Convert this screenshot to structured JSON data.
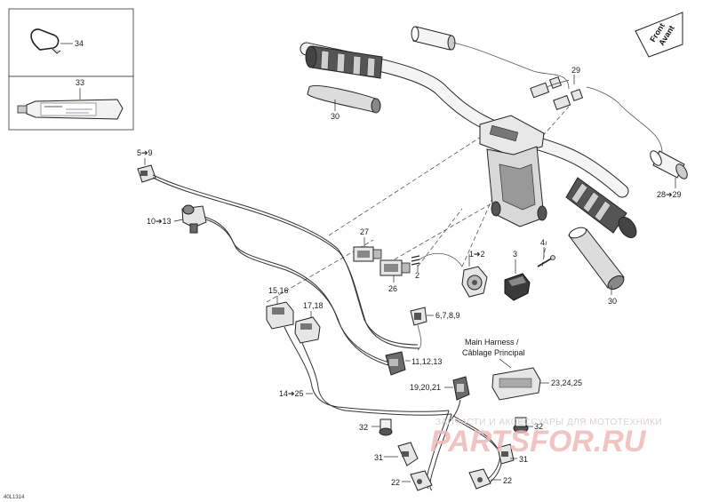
{
  "diagram": {
    "code": "40L1314",
    "front_badge": [
      "Front",
      "Avant"
    ],
    "callouts": {
      "c34": "34",
      "c33": "33",
      "c30a": "30",
      "c29": "29",
      "c5_9": "5➔9",
      "c10_13": "10➔13",
      "c28_29": "28➔29",
      "c27": "27",
      "c26": "26",
      "c2": "2",
      "c1_2": "1➔2",
      "c3": "3",
      "c4": "4",
      "c30b": "30",
      "c15_16": "15,16",
      "c17_18": "17,18",
      "c6_9": "6,7,8,9",
      "c11_13": "11,12,13",
      "c14_25": "14➔25",
      "c19_21": "19,20,21",
      "c23_25": "23,24,25",
      "c32a": "32",
      "c32b": "32",
      "c31a": "31",
      "c31b": "31",
      "c22a": "22",
      "c22b": "22"
    },
    "harness_label": [
      "Main Harness /",
      "Câblage Principal"
    ],
    "watermark": {
      "top_text": "ЗАПЧАСТИ И АКСЕССУАРЫ ДЛЯ МОТОТЕХНИКИ",
      "logo_text": "PARTSFOR.RU"
    }
  }
}
